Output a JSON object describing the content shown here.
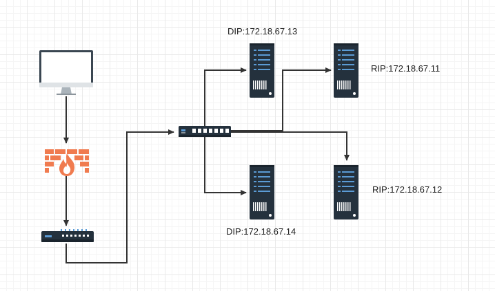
{
  "diagram": {
    "labels": {
      "dip_top": "DIP:172.18.67.13",
      "dip_bottom": "DIP:172.18.67.14",
      "rip_top": "RIP:172.18.67.11",
      "rip_bottom": "RIP:172.18.67.12"
    },
    "nodes": [
      {
        "id": "client",
        "icon": "monitor-icon"
      },
      {
        "id": "firewall",
        "icon": "firewall-icon"
      },
      {
        "id": "router",
        "icon": "router-icon"
      },
      {
        "id": "switch",
        "icon": "switch-icon"
      },
      {
        "id": "director-top",
        "icon": "server-icon"
      },
      {
        "id": "director-bottom",
        "icon": "server-icon"
      },
      {
        "id": "real-server-top",
        "icon": "server-icon"
      },
      {
        "id": "real-server-bottom",
        "icon": "server-icon"
      }
    ],
    "colors": {
      "server_body": "#24313d",
      "server_bars": "#5b9bd5",
      "firewall": "#f07b4f",
      "connector": "#333333",
      "monitor_frame": "#3a4651"
    }
  }
}
